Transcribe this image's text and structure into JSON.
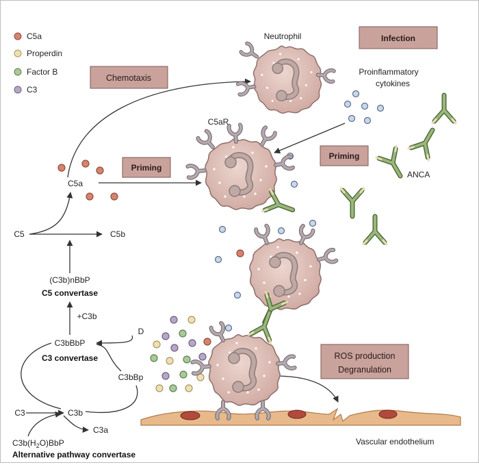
{
  "legend": [
    {
      "label": "C5a",
      "color": "#d9826b"
    },
    {
      "label": "Properdin",
      "color": "#efe0b4"
    },
    {
      "label": "Factor B",
      "color": "#a9c99a"
    },
    {
      "label": "C3",
      "color": "#b6a7c6"
    }
  ],
  "boxes": {
    "chemotaxis": "Chemotaxis",
    "infection": "Infection",
    "priming_left": "Priming",
    "priming_right": "Priming",
    "ros_line1": "ROS production",
    "ros_line2": "Degranulation"
  },
  "labels": {
    "neutrophil": "Neutrophil",
    "cytokines_line1": "Proinflammatory",
    "cytokines_line2": "cytokines",
    "c5ar": "C5aR",
    "anca": "ANCA",
    "c5a": "C5a",
    "c5": "C5",
    "c5b": "C5b",
    "c3bnbbp": "(C3b)nBbP",
    "c5_convertase": "C5 convertase",
    "plus_c3b": "+C3b",
    "c3bbbp": "C3bBbP",
    "c3_convertase": "C3 convertase",
    "d": "D",
    "c3bbp": "C3bBp",
    "c3": "C3",
    "c3b": "C3b",
    "c3a": "C3a",
    "c3bh2o_pre": "C3b(H",
    "c3bh2o_sub": "2",
    "c3bh2o_post": "O)BbP",
    "alt_convertase": "Alternative pathway convertase",
    "vascular": "Vascular endothelium"
  },
  "colors": {
    "box_fill": "#c9a29c",
    "box_stroke": "#7d5a55",
    "cell_fill": "#d9bcb5",
    "nucleus": "#b39a96",
    "antibody": "#7f9a63",
    "receptor": "#a79ba3",
    "endothelium": "#e8b98a",
    "arrow": "#333333"
  }
}
